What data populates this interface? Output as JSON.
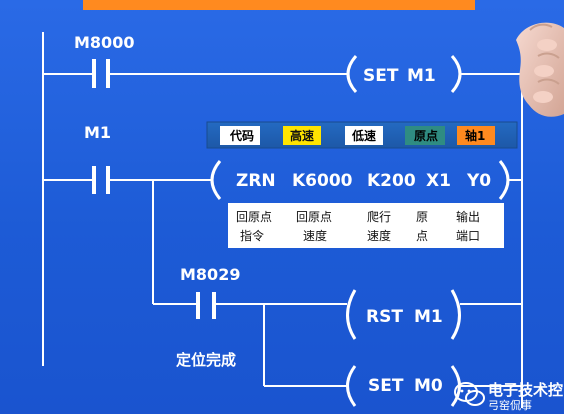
{
  "colors": {
    "background": "#1d5bd6",
    "line": "#ffffff",
    "label_bar": "#1e5eb8",
    "yellow": "#ffe400",
    "teal": "#2f8c82",
    "orange": "#ff8a1f"
  },
  "ladder": {
    "rung1_contact": "M8000",
    "rung1_instruction_op": "SET",
    "rung1_instruction_arg": "M1",
    "rung2_contact": "M1",
    "rung2_instruction_op": "ZRN",
    "rung2_instruction_args": [
      "K6000",
      "K200",
      "X1",
      "Y0"
    ],
    "rung3_contact": "M8029",
    "rung3_instruction_op": "RST",
    "rung3_instruction_arg": "M1",
    "rung4_instruction_op": "SET",
    "rung4_instruction_arg": "M0",
    "note": "定位完成"
  },
  "label_bar": {
    "items": [
      "代码",
      "高速",
      "低速",
      "原点",
      "轴1"
    ]
  },
  "table": {
    "rows": [
      [
        "回原点",
        "回原点",
        "爬行",
        "原",
        "输出"
      ],
      [
        "指令",
        "速度",
        "速度",
        "点",
        "端口"
      ]
    ]
  },
  "watermark": {
    "title": "电子技术控",
    "subtitle": "弓窑侃事"
  },
  "icons": {
    "pointer_hand": "pointer-hand-icon",
    "wechat_logo": "wechat-logo-icon"
  }
}
